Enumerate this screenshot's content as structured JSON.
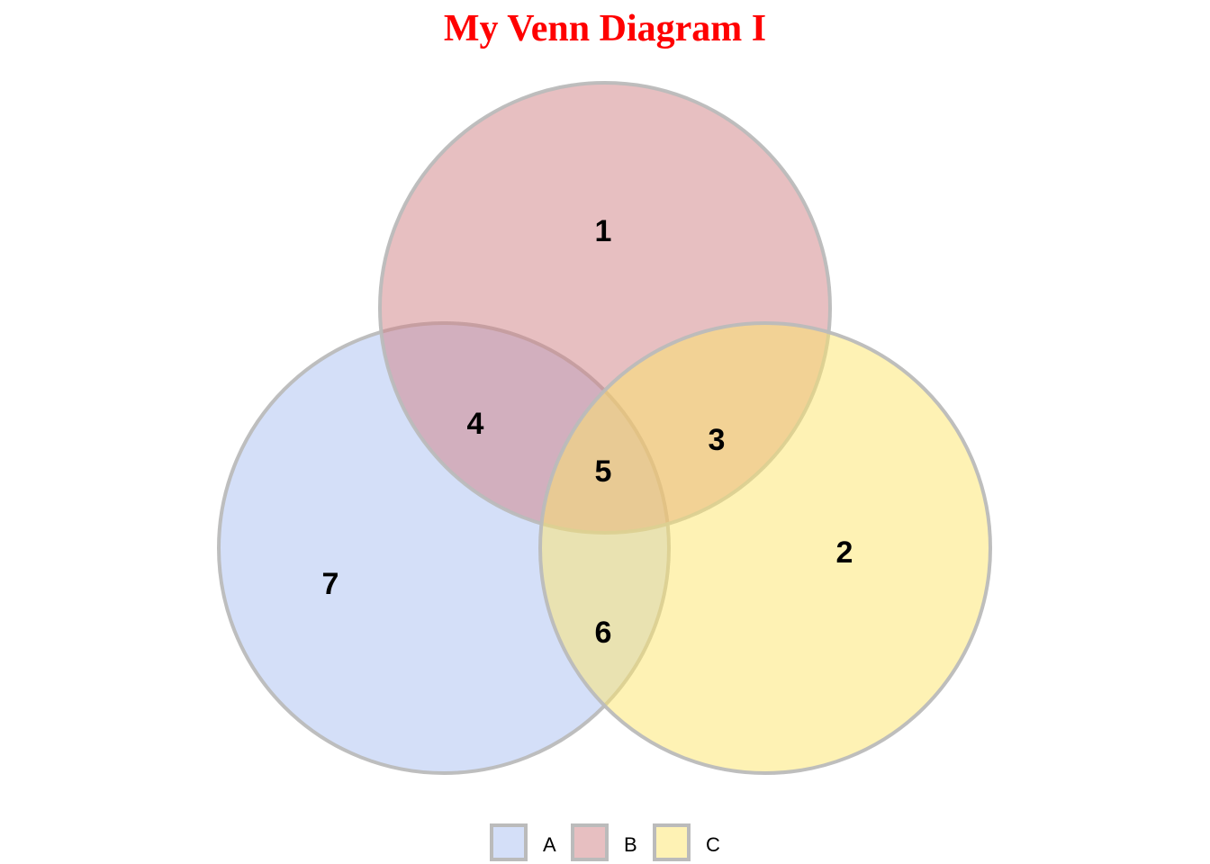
{
  "title": "My Venn Diagram I",
  "title_color": "#ff0000",
  "sets": [
    {
      "name": "A",
      "color": "#a9c0f2"
    },
    {
      "name": "B",
      "color": "#cf7f84"
    },
    {
      "name": "C",
      "color": "#fde56a"
    }
  ],
  "set_outline_color": "#bbbbbb",
  "regions": {
    "b_only": "1",
    "c_only": "2",
    "b_and_c": "3",
    "a_and_b": "4",
    "a_and_b_and_c": "5",
    "a_and_c": "6",
    "a_only": "7"
  }
}
